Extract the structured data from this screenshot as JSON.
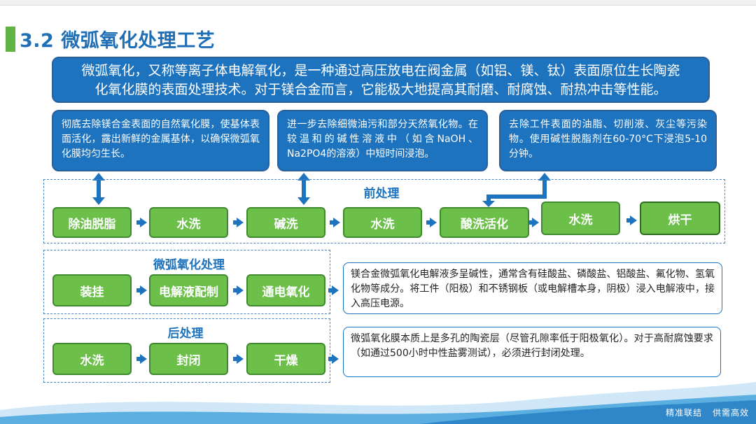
{
  "title": "3.2 微弧氧化处理工艺",
  "intro_line1": "微弧氧化，又称等离子体电解氧化，是一种通过高压放电在阀金属（如铝、镁、钛）表面原位生长陶瓷",
  "intro_line2": "化氧化膜的表面处理技术。对于镁合金而言，它能极大地提高其耐磨、耐腐蚀、耐热冲击等性能。",
  "desc_degrease": "彻底去除镁合金表面的自然氧化膜，使基体表面活化，露出新鲜的金属基体，以确保微弧氧化膜均匀生长。",
  "desc_alkali": "进一步去除细微油污和部分天然氧化物。在较温和的碱性溶液中（如含NaOH、Na2PO4的溶液）中短时间浸泡。",
  "desc_acid": "去除工件表面的油脂、切削液、灰尘等污染物。使用碱性脱脂剂在60-70°C下浸泡5-10分钟。",
  "sections": {
    "pre": "前处理",
    "mao": "微弧氧化处理",
    "post": "后处理"
  },
  "pre_steps": [
    "除油脱脂",
    "水洗",
    "碱洗",
    "水洗",
    "酸洗活化",
    "水洗",
    "烘干"
  ],
  "mao_steps": [
    "装挂",
    "电解液配制",
    "通电氧化"
  ],
  "post_steps": [
    "水洗",
    "封闭",
    "干燥"
  ],
  "info_mao": "镁合金微弧氧化电解液多呈碱性，通常含有硅酸盐、磷酸盐、铝酸盐、氟化物、氢氧化物等成分。将工件（阳极）和不锈钢板（或电解槽本身，阴极）浸入电解液中，接入高压电源。",
  "info_post": "微弧氧化膜本质上是多孔的陶瓷层（尽管孔隙率低于阳极氧化）。对于高耐腐蚀要求（如通过500小时中性盐雾测试），必须进行封闭处理。",
  "footer": [
    "精准联结",
    "供需高效"
  ],
  "colors": {
    "primary_blue": "#1e73be",
    "step_green": "#6cc04a",
    "accent_green": "#5fb342",
    "wave_blue": "#5aaee0"
  }
}
